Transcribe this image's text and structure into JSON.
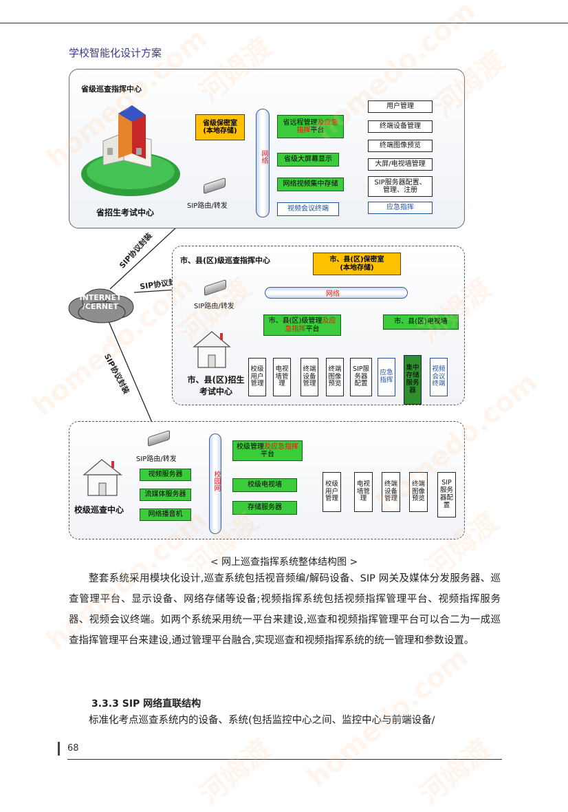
{
  "header": {
    "title": "学校智能化设计方案"
  },
  "diagram": {
    "province": {
      "panel_title": "省级巡查指挥中心",
      "exam_center": "省招生考试中心",
      "storage": "省级保密室\n(本地存储)",
      "network": "网络",
      "router": "SIP路由/转发",
      "platform_main": "省远程管理",
      "platform_red": "及应急",
      "platform_red2": "指挥",
      "platform_tail": "平台",
      "big_screen": "省级大屏幕显示",
      "video_storage": "网络视频集中存储",
      "video_conf": "视频会议终端",
      "funcs": [
        "用户管理",
        "终端设备管理",
        "终端图像预览",
        "大屏/电视墙管理",
        "SIP服务器配置、\n管理、注册",
        "应急指挥"
      ]
    },
    "city": {
      "panel_title": "市、县(区)级巡查指挥中心",
      "storage": "市、县(区)保密室\n(本地存储)",
      "network": "网络",
      "router": "SIP路由/转发",
      "exam_center": "市、县(区)招生\n考试中心",
      "platform_main": "市、县(区)级管理",
      "platform_red": "及应\n急指挥",
      "platform_tail": "平台",
      "tv_wall": "市、县(区)电视墙",
      "funcs": [
        "校级\n用户\n管理",
        "电视\n墙管\n理",
        "终端\n设备\n管理",
        "终端\n图像\n预览",
        "SIP服\n务器\n配置",
        "应急\n指挥",
        "集中\n存储\n服务\n器",
        "视频\n会议\n终端"
      ]
    },
    "school": {
      "panel_title": "校级巡查中心",
      "router": "SIP路由/转发",
      "network": "校园网",
      "video_server": "视频服务器",
      "stream_server": "流媒体服务器",
      "broadcaster": "网络播音机",
      "platform_main": "校级管理",
      "platform_red": "及应急指挥",
      "platform_tail": "平台",
      "tv_wall": "校级电视墙",
      "storage_server": "存储服务器",
      "funcs": [
        "校级\n用户\n管理",
        "电视\n墙管\n理",
        "终端\n设备\n管理",
        "终端\n图像\n预览",
        "SIP\n服务\n器配\n置"
      ]
    },
    "internet": "INTERNET\n/CERNET",
    "sip_label": "SIP协议封装"
  },
  "caption": "< 网上巡查指挥系统整体结构图 >",
  "paragraph1": "整套系统采用模块化设计,巡查系统包括视音频编/解码设备、SIP 网关及媒体分发服务器、巡查管理平台、显示设备、网络存储等设备;视频指挥系统包括视频指挥管理平台、视频指挥服务器、视频会议终端。如两个系统采用统一平台来建设,巡查和视频指挥管理平台可以合二为一成巡查指挥管理平台来建设,通过管理平台融合,实现巡查和视频指挥系统的统一管理和参数设置。",
  "section_heading": "3.3.3 SIP 网络直联结构",
  "paragraph2": "标准化考点巡查系统内的设备、系统(包括监控中心之间、监控中心与前端设备/",
  "page_number": "68",
  "watermark": [
    "homedo.com",
    "河姆渡"
  ]
}
